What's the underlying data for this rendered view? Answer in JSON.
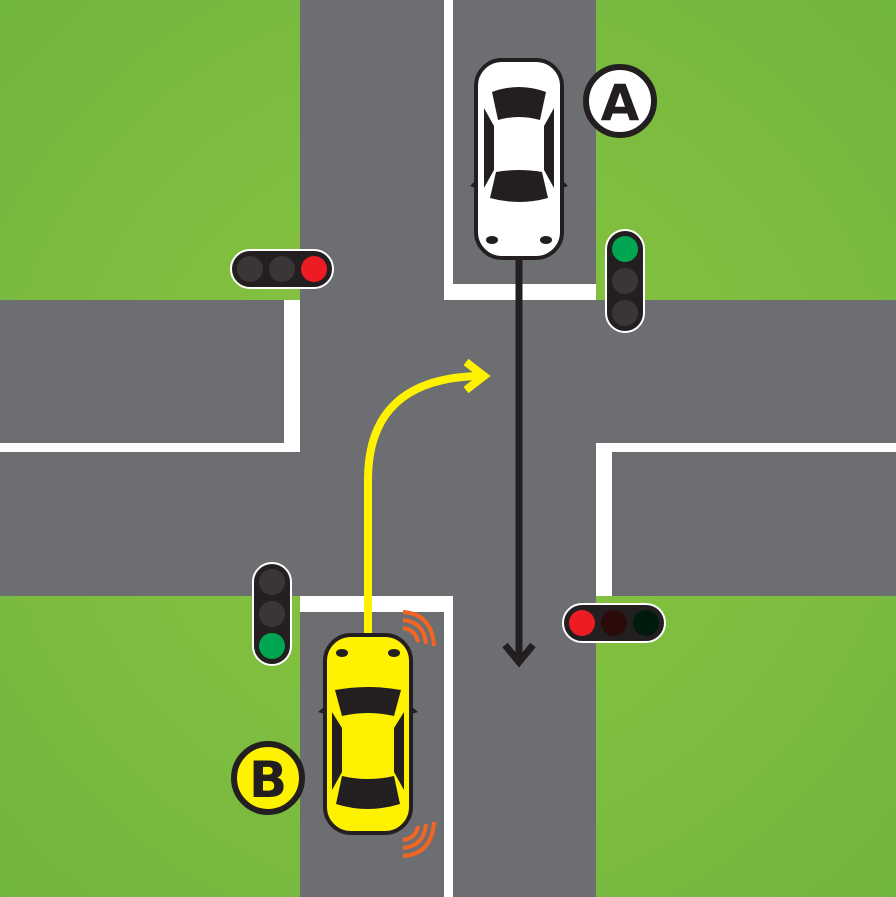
{
  "labels": {
    "car_a": "A",
    "car_b": "B"
  },
  "colors": {
    "grass": "#8cc63f",
    "road": "#6d6e71",
    "line": "#ffffff",
    "car_a": "#ffffff",
    "car_b": "#fff200",
    "arrow_b": "#fff200",
    "arrow_a": "#231f20",
    "signal_red": "#ed1c24",
    "signal_green": "#00a651",
    "indicator": "#f26522"
  },
  "traffic_lights": {
    "north_west": {
      "orientation": "horizontal",
      "active": "red"
    },
    "north_east": {
      "orientation": "vertical",
      "active": "green"
    },
    "south_west": {
      "orientation": "vertical",
      "active": "green"
    },
    "south_east": {
      "orientation": "horizontal",
      "active": "red"
    }
  },
  "cars": {
    "a": {
      "direction": "south",
      "path": "straight"
    },
    "b": {
      "direction": "north",
      "path": "right-turn",
      "indicator": "right"
    }
  }
}
